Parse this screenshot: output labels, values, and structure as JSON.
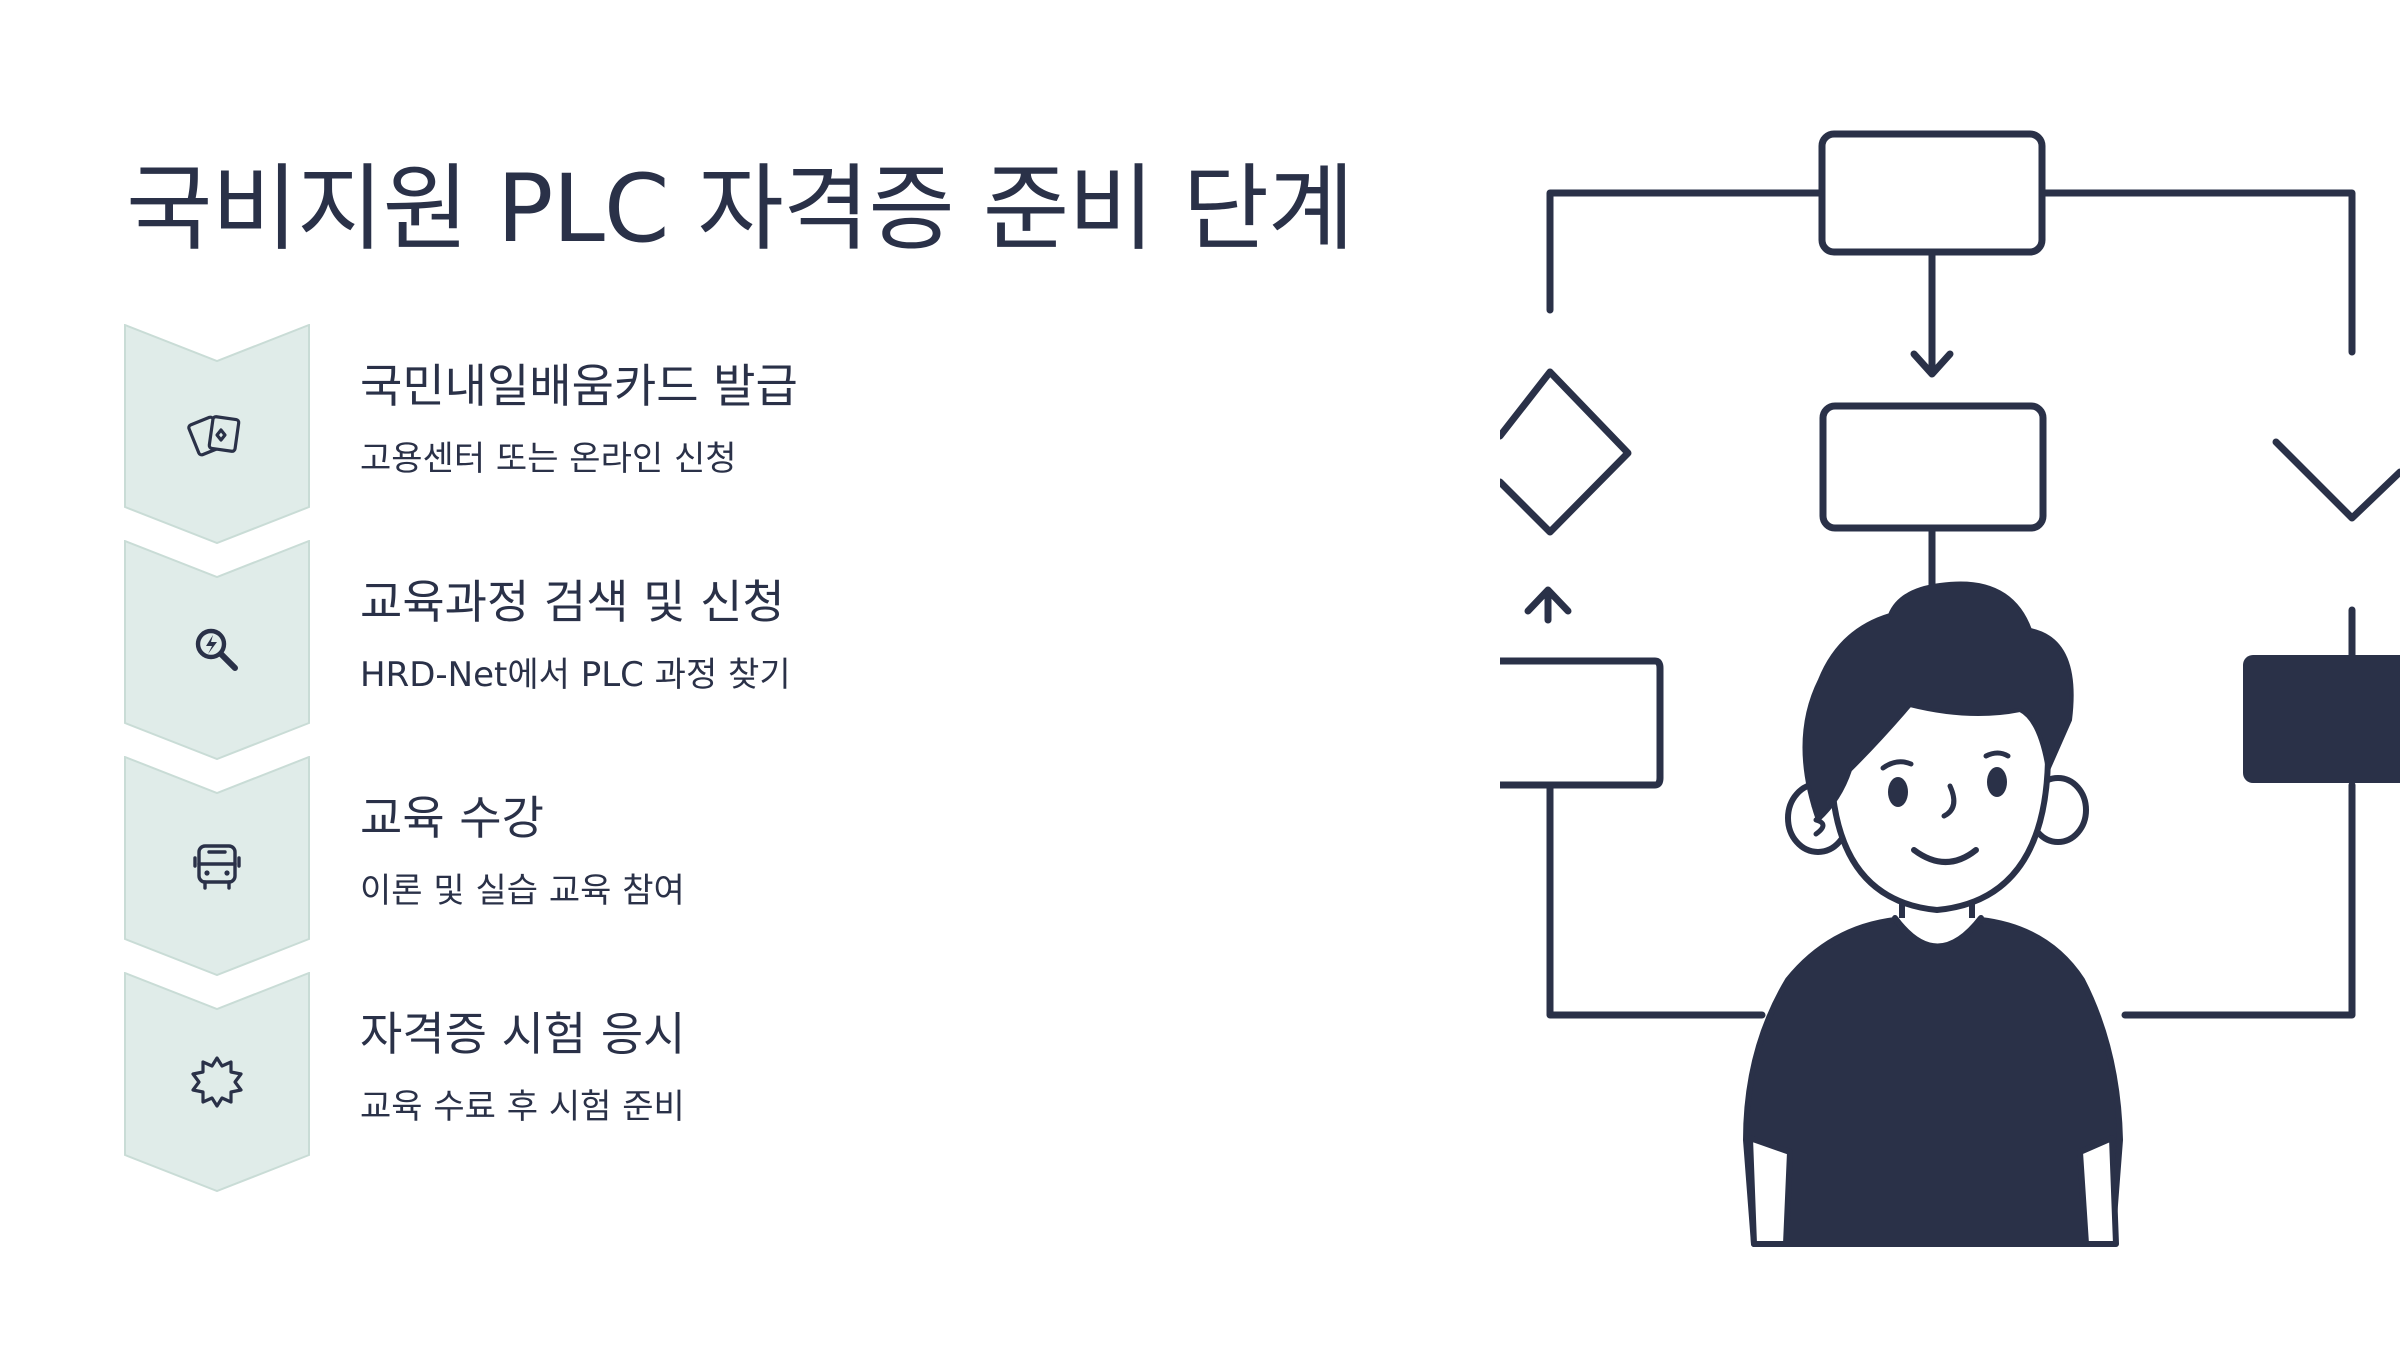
{
  "title": "국비지원 PLC 자격증 준비 단계",
  "colors": {
    "text": "#2a3148",
    "chevron_fill": "#e0ece9",
    "chevron_stroke": "#c9dcd6",
    "ink": "#2a3148",
    "background": "#ffffff"
  },
  "steps": [
    {
      "icon": "cards-icon",
      "title": "국민내일배움카드 발급",
      "description": "고용센터 또는 온라인 신청"
    },
    {
      "icon": "search-icon",
      "title": "교육과정 검색 및 신청",
      "description": "HRD-Net에서 PLC 과정 찾기"
    },
    {
      "icon": "bus-icon",
      "title": "교육 수강",
      "description": "이론 및 실습 교육 참여"
    },
    {
      "icon": "badge-icon",
      "title": "자격증 시험 응시",
      "description": "교육 수료 후 시험 준비"
    }
  ]
}
